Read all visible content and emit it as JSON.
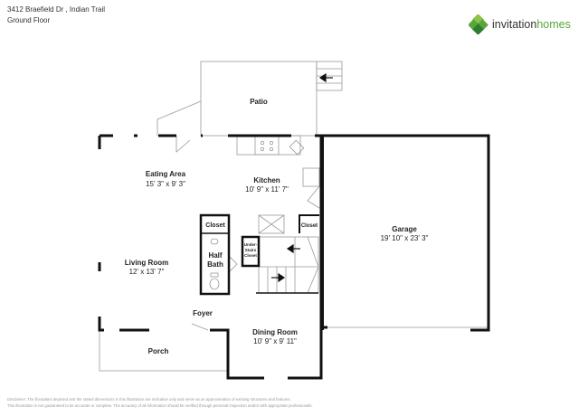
{
  "header": {
    "address": "3412 Braefield Dr , Indian Trail",
    "floor": "Ground Floor"
  },
  "logo": {
    "word1": "invitation",
    "word2": "homes",
    "colors": [
      "#5aa63c",
      "#2e7d32",
      "#8bc34a"
    ]
  },
  "rooms": {
    "patio": {
      "name": "Patio"
    },
    "eating_area": {
      "name": "Eating Area",
      "dims": "15' 3\" x 9' 3\""
    },
    "kitchen": {
      "name": "Kitchen",
      "dims": "10' 9\" x 11' 7\""
    },
    "closet_left": {
      "name": "Closet"
    },
    "closet_right": {
      "name": "Closet"
    },
    "half_bath": {
      "name1": "Half",
      "name2": "Bath"
    },
    "under_stairs": {
      "l1": "Under-",
      "l2": "Stairs",
      "l3": "Closet"
    },
    "living_room": {
      "name": "Living Room",
      "dims": "12' x 13' 7\""
    },
    "foyer": {
      "name": "Foyer"
    },
    "porch": {
      "name": "Porch"
    },
    "dining_room": {
      "name": "Dining Room",
      "dims": "10' 9\" x 9' 11\""
    },
    "garage": {
      "name": "Garage",
      "dims": "19' 10\" x 23' 3\""
    }
  },
  "disclaimer": {
    "line1": "Disclaimer: The floorplans depicted and the stated dimensions in this illustration are indicative only and serve as an approximation of existing structures and features.",
    "line2": "This illustration is not guaranteed to be accurate or complete. The accuracy of all information should be verified through personal inspection and/or with appropriate professionals."
  }
}
